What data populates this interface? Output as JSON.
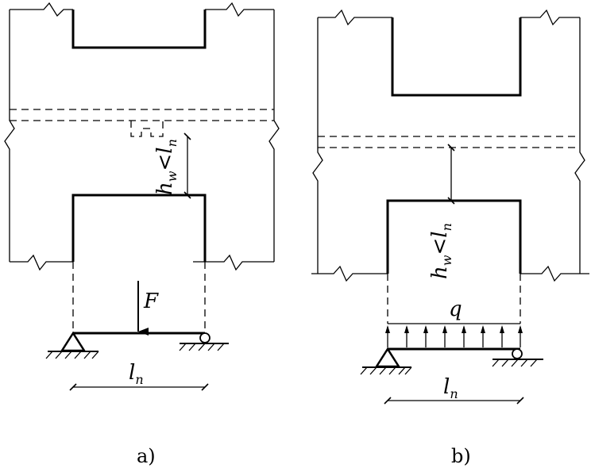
{
  "panel_a": {
    "caption": "a)",
    "load_label": "F",
    "height_label": {
      "h": "h",
      "sub_w": "w",
      "lt": "<",
      "l": "l",
      "sub_n": "n"
    },
    "span_label": {
      "l": "l",
      "sub_n": "n"
    }
  },
  "panel_b": {
    "caption": "b)",
    "load_label": "q",
    "height_label": {
      "h": "h",
      "sub_w": "w",
      "lt": "<",
      "l": "l",
      "sub_n": "n"
    },
    "span_label": {
      "l": "l",
      "sub_n": "n"
    }
  }
}
